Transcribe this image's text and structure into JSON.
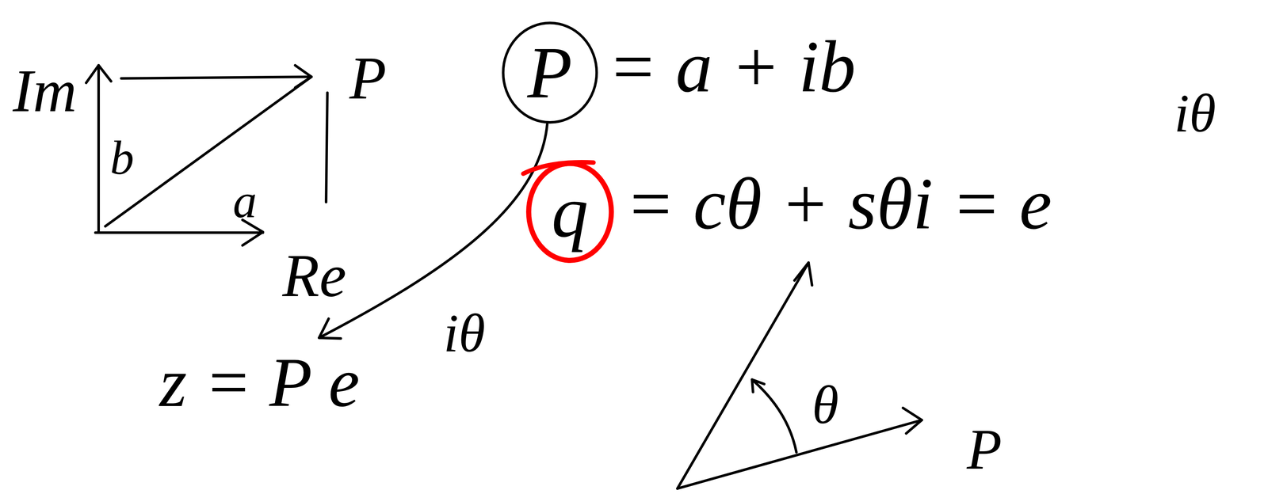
{
  "diagram": {
    "nodes": [
      {
        "text": [
          "P"
        ]
      },
      {
        "text": [
          "q"
        ]
      }
    ],
    "labels": [
      "Im",
      "b",
      "a",
      "P",
      "Re",
      "= a + ib",
      "= cθ + sθi = e",
      "iθ",
      "iθ",
      "z = P e",
      "θ",
      "P"
    ]
  }
}
